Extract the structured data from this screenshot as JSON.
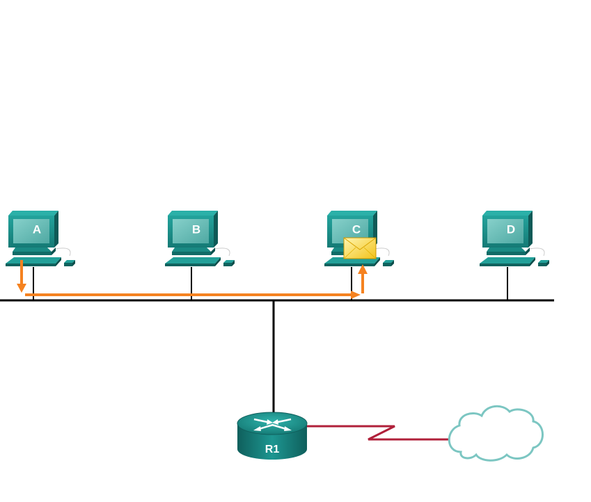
{
  "hosts": [
    {
      "label": "A"
    },
    {
      "label": "B"
    },
    {
      "label": "C"
    },
    {
      "label": "D"
    }
  ],
  "router": {
    "label": "R1"
  },
  "cloud": {
    "icon": "cloud-icon"
  },
  "frame": {
    "icon": "envelope-icon",
    "source": "A",
    "destination": "C"
  },
  "colors": {
    "device_teal": "#1f8f8a",
    "screen": "#6cbcb6",
    "path_arrow": "#f58220",
    "serial_link": "#b0203a",
    "cloud_outline": "#7cc6c2",
    "bus": "#000000"
  }
}
